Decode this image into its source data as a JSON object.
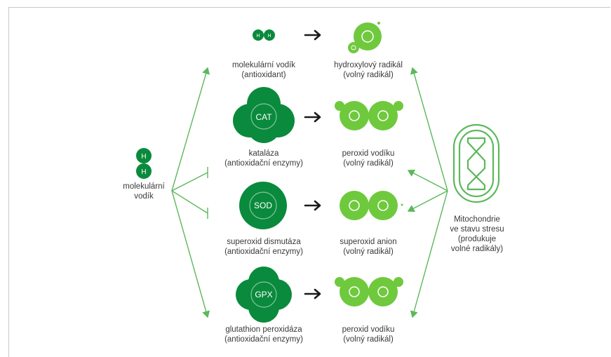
{
  "source": {
    "label": "molekulární\nvodík",
    "atom": "H"
  },
  "rows": [
    {
      "antioxidant": {
        "name": "molekulární vodík",
        "sub": "(antioxidant)",
        "molecule": "H"
      },
      "radical": {
        "name": "hydroxylový radikál",
        "sub": "(volný radikál)"
      }
    },
    {
      "antioxidant": {
        "name": "kataláza",
        "sub": "(antioxidační enzymy)",
        "molecule": "CAT"
      },
      "radical": {
        "name": "peroxid vodíku",
        "sub": "(volný radikál)"
      }
    },
    {
      "antioxidant": {
        "name": "superoxid dismutáza",
        "sub": "(antioxidační enzymy)",
        "molecule": "SOD"
      },
      "radical": {
        "name": "superoxid anion",
        "sub": "(volný radikál)"
      }
    },
    {
      "antioxidant": {
        "name": "glutathion peroxidáza",
        "sub": "(antioxidační enzymy)",
        "molecule": "GPX"
      },
      "radical": {
        "name": "peroxid vodíku",
        "sub": "(volný radikál)"
      }
    }
  ],
  "mitochondria": {
    "label": "Mitochondrie\nve stavu stresu\n(produkuje\nvolné radikály)"
  },
  "colors": {
    "dark_green": "#0a8a3c",
    "light_green": "#6fc93d",
    "arrow_green": "#5cb85c",
    "arrow_black": "#1a1a1a",
    "frame": "#c8c8c8"
  }
}
